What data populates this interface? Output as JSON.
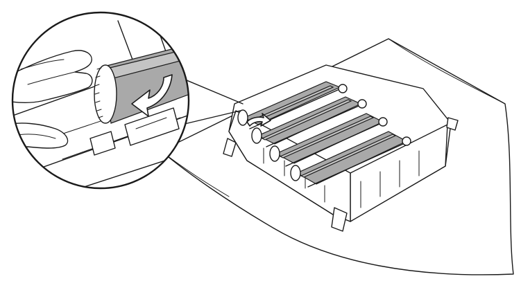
{
  "figure": {
    "parts": {
      "paper_sheet": "paper-sheet",
      "drum_unit": "drum-unit",
      "magnified_view": "magnified-view",
      "rotation_arrow_icon": "rotation-arrow-icon",
      "hand": "hand"
    },
    "colors": {
      "line": "#1a1a1a",
      "drum_fill": "#a9a9a9",
      "drum_highlight": "#c4c4c4",
      "background": "#ffffff"
    }
  }
}
